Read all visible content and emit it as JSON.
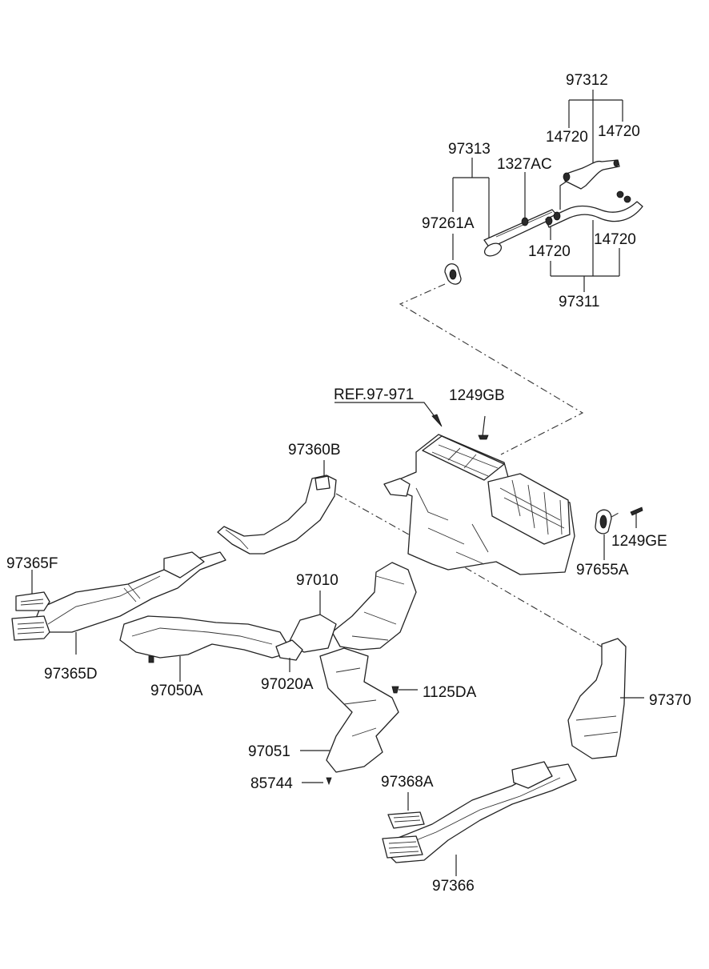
{
  "labels": {
    "l97312": "97312",
    "l14720_a": "14720",
    "l14720_b": "14720",
    "l97313": "97313",
    "l1327AC": "1327AC",
    "l97261A": "97261A",
    "l14720_c": "14720",
    "l14720_d": "14720",
    "l97311": "97311",
    "ref": "REF.97-971",
    "l1249GB": "1249GB",
    "l97360B": "97360B",
    "l97365F": "97365F",
    "l97010": "97010",
    "l1249GE": "1249GE",
    "l97655A": "97655A",
    "l97365D": "97365D",
    "l97050A": "97050A",
    "l97020A": "97020A",
    "l1125DA": "1125DA",
    "l97370": "97370",
    "l97051": "97051",
    "l85744": "85744",
    "l97368A": "97368A",
    "l97366": "97366"
  }
}
